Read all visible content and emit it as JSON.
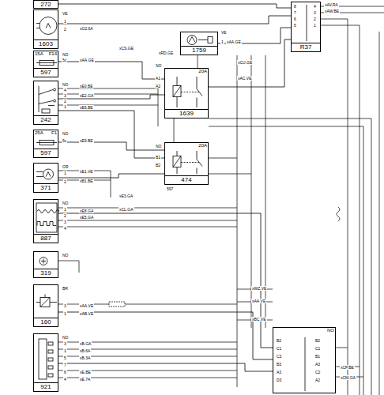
{
  "diagram": {
    "nodes": [
      {
        "text": [
          "272"
        ]
      },
      {
        "text": [
          "1603"
        ]
      },
      {
        "text": [
          "R37"
        ]
      },
      {
        "text": [
          "1759"
        ]
      },
      {
        "text": [
          "15A",
          "F14",
          "597"
        ]
      },
      {
        "text": [
          "242"
        ]
      },
      {
        "text": [
          "20A",
          "1639"
        ]
      },
      {
        "text": [
          "25A",
          "F1",
          "597"
        ]
      },
      {
        "text": [
          "371"
        ]
      },
      {
        "text": [
          "20A",
          "474"
        ]
      },
      {
        "text": [
          "887"
        ]
      },
      {
        "text": [
          "319"
        ]
      },
      {
        "text": [
          "160"
        ]
      },
      {
        "text": [
          "921"
        ]
      },
      {
        "text": [
          "NO"
        ]
      }
    ],
    "edges": [
      {
        "from": 0,
        "to": 2,
        "arrow": "none"
      },
      {
        "from": 1,
        "to": 2,
        "arrow": "none"
      },
      {
        "from": 3,
        "to": 2,
        "arrow": "none"
      },
      {
        "from": 4,
        "to": 6,
        "arrow": "none"
      },
      {
        "from": 5,
        "to": 6,
        "arrow": "none"
      },
      {
        "from": 5,
        "to": 9,
        "arrow": "none"
      },
      {
        "from": 7,
        "to": 9,
        "arrow": "none"
      },
      {
        "from": 8,
        "to": 9,
        "arrow": "none"
      },
      {
        "from": 6,
        "to": 2,
        "arrow": "none"
      },
      {
        "from": 10,
        "to": 14,
        "arrow": "none"
      },
      {
        "from": 12,
        "to": 14,
        "arrow": "none"
      },
      {
        "from": 13,
        "to": 14,
        "arrow": "none"
      }
    ],
    "labels": [
      "VE",
      "1",
      "2",
      "xG2.6A",
      "NO",
      "5c",
      "xAA.GE",
      "NO",
      "4",
      "3",
      "2",
      "1",
      "xE0.BE",
      "xE2.GA",
      "xE6.BE",
      "NO",
      "5c",
      "xE9.BE",
      "OR",
      "1",
      "2",
      "xE1.VE",
      "xB1.BE",
      "NO",
      "1",
      "2",
      "3",
      "4",
      "xE8.GA",
      "xE5.GA",
      "NO",
      "BR",
      "3",
      "1",
      "xAA.VE",
      "xAB.VE",
      "NO",
      "3",
      "1",
      "5",
      "7",
      "6",
      "4",
      "xB.GA",
      "xB.6A",
      "xB.3A",
      "xE.BE",
      "xE.7A",
      "VE",
      "1",
      "xAA.GE",
      "xCS.GE",
      "xRD.GE",
      "NO",
      "A1",
      "A2",
      "xCU.GE",
      "xAC.VE",
      "NO",
      "B1",
      "B2",
      "597",
      "xE3.GA",
      "xCL.GA",
      "8",
      "7",
      "6",
      "5",
      "4",
      "3",
      "2",
      "1",
      "xAV.RA",
      "xAW.BE",
      "xWZ.VE",
      "xAA.VE",
      "xBC.VE",
      "B2",
      "C1",
      "C3",
      "B3",
      "A3",
      "D3",
      "B2",
      "C1",
      "B1",
      "A3",
      "C2",
      "A2",
      "xCP.BE",
      "xCM.GA"
    ]
  }
}
